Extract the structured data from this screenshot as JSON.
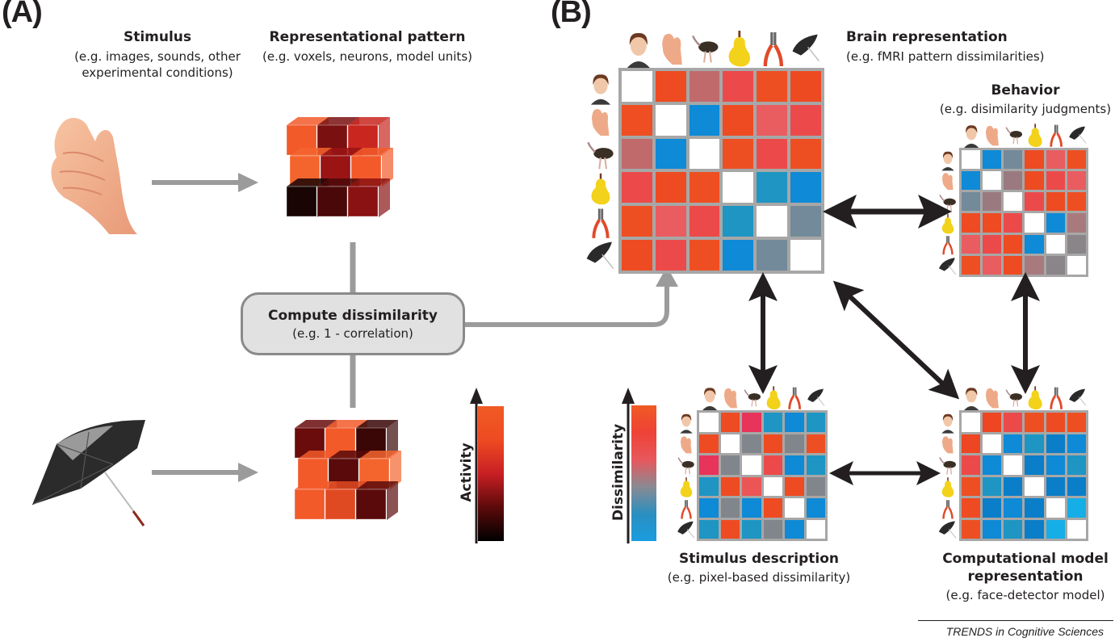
{
  "panel_a": {
    "label": "(A)",
    "stimulus": {
      "title": "Stimulus",
      "subtitle_line1": "(e.g. images, sounds, other",
      "subtitle_line2": "experimental conditions)"
    },
    "pattern": {
      "title": "Representational pattern",
      "subtitle": "(e.g. voxels, neurons, model units)"
    },
    "stimuli": [
      "hand",
      "umbrella"
    ],
    "compute_box": {
      "title": "Compute dissimilarity",
      "subtitle": "(e.g. 1 - correlation)"
    },
    "colorbar": {
      "label": "Activity",
      "colors": [
        "#000000",
        "#5c0a0a",
        "#c81f24",
        "#ee4b22",
        "#f05a24"
      ]
    }
  },
  "panel_b": {
    "label": "(B)",
    "stimulus_order": [
      "face",
      "hand",
      "ostrich",
      "pear",
      "pliers",
      "umbrella"
    ],
    "brain": {
      "title": "Brain representation",
      "subtitle": "(e.g. fMRI pattern dissimilarities)"
    },
    "behavior": {
      "title": "Behavior",
      "subtitle": "(e.g. disimilarity judgments)"
    },
    "stimulus_desc": {
      "title": "Stimulus description",
      "subtitle": "(e.g. pixel-based dissimilarity)"
    },
    "model": {
      "title_line1": "Computational model",
      "title_line2": "representation",
      "subtitle": "(e.g. face-detector model)"
    },
    "colorbar": {
      "label": "Dissimilarity",
      "colors": [
        "#1a9de0",
        "#2a8fc0",
        "#8a8a92",
        "#e8575c",
        "#ee4236",
        "#f05a24"
      ]
    },
    "matrices": {
      "brain": [
        [
          "#ffffff",
          "#ee4b22",
          "#c06a6c",
          "#ec4a4a",
          "#ee4f22",
          "#ee4a22"
        ],
        [
          "#ee4e22",
          "#ffffff",
          "#0e8ad6",
          "#ee4b22",
          "#e95c5f",
          "#ec4a4a"
        ],
        [
          "#c06a6c",
          "#0e8ad6",
          "#ffffff",
          "#ee4f22",
          "#ec4a4a",
          "#ee4f22"
        ],
        [
          "#ec4a4a",
          "#ee4b22",
          "#ee4f22",
          "#ffffff",
          "#1e95c3",
          "#0e8ad6"
        ],
        [
          "#ee4f22",
          "#e95c5f",
          "#ec4a4a",
          "#1e95c3",
          "#ffffff",
          "#738a9a"
        ],
        [
          "#ee4b22",
          "#ec4a4a",
          "#ee4f22",
          "#0e8ad6",
          "#738a9a",
          "#ffffff"
        ]
      ],
      "behavior": [
        [
          "#ffffff",
          "#0e8ad6",
          "#738a9a",
          "#ee4b22",
          "#e95c5f",
          "#ee4f22"
        ],
        [
          "#0e8ad6",
          "#ffffff",
          "#9a7a80",
          "#ee4b22",
          "#ec4a4a",
          "#e95c5f"
        ],
        [
          "#738a9a",
          "#9a7a80",
          "#ffffff",
          "#ec4a4a",
          "#ee4b22",
          "#ee4f22"
        ],
        [
          "#ee4b22",
          "#ee4b22",
          "#ec4a4a",
          "#ffffff",
          "#0e8ad6",
          "#a87a7e"
        ],
        [
          "#e95c5f",
          "#ec4a4a",
          "#ee4b22",
          "#0e8ad6",
          "#ffffff",
          "#8a8588"
        ],
        [
          "#ee4f22",
          "#e95c5f",
          "#ee4b22",
          "#a87a7e",
          "#8a8588",
          "#ffffff"
        ]
      ],
      "stimulus_desc": [
        [
          "#ffffff",
          "#ee4b22",
          "#e8335a",
          "#1e95c3",
          "#0e8ad6",
          "#1e95c3"
        ],
        [
          "#ee4b22",
          "#ffffff",
          "#80868c",
          "#ee4b22",
          "#80868c",
          "#ee4f22"
        ],
        [
          "#e8335a",
          "#80868c",
          "#ffffff",
          "#ec4a4a",
          "#0e8ad6",
          "#1e95c3"
        ],
        [
          "#1e95c3",
          "#ee4b22",
          "#ec5555",
          "#ffffff",
          "#ee4b22",
          "#80868c"
        ],
        [
          "#0e8ad6",
          "#80868c",
          "#0e8ad6",
          "#ee4b22",
          "#ffffff",
          "#0e8ad6"
        ],
        [
          "#1e95c3",
          "#ee4b22",
          "#1e95c3",
          "#80868c",
          "#0e8ad6",
          "#ffffff"
        ]
      ],
      "model": [
        [
          "#ffffff",
          "#ee4522",
          "#ec4a4a",
          "#ee4f22",
          "#ee4b22",
          "#ee4f22"
        ],
        [
          "#ee4522",
          "#ffffff",
          "#0e8ad6",
          "#1e95c3",
          "#0a7ec8",
          "#0e8ad6"
        ],
        [
          "#ec4a4a",
          "#0e8ad6",
          "#ffffff",
          "#0a7ec8",
          "#0e8ad6",
          "#1e95c3"
        ],
        [
          "#ee4f22",
          "#1e95c3",
          "#0a7ec8",
          "#ffffff",
          "#0a7ec8",
          "#0a7ec8"
        ],
        [
          "#ee4b22",
          "#0a7ec8",
          "#0e8ad6",
          "#0a7ec8",
          "#ffffff",
          "#16aee6"
        ],
        [
          "#ee4f22",
          "#0e8ad6",
          "#1e95c3",
          "#0a7ec8",
          "#16aee6",
          "#ffffff"
        ]
      ]
    }
  },
  "footer": "TRENDS in Cognitive Sciences"
}
